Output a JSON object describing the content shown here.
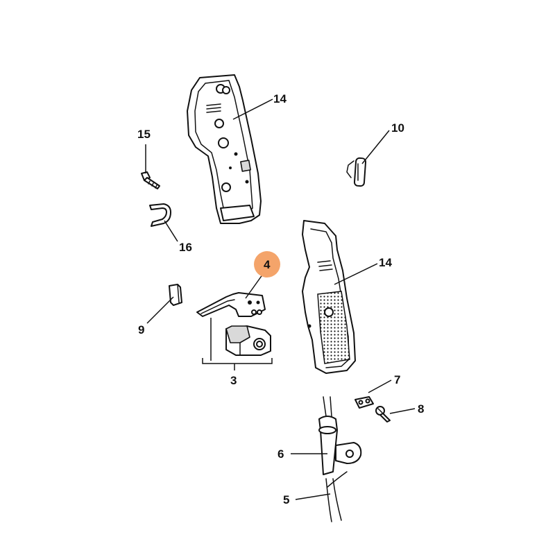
{
  "highlight_color": "#f4a46a",
  "callouts": {
    "c3": "3",
    "c4": "4",
    "c5": "5",
    "c6": "6",
    "c7": "7",
    "c8": "8",
    "c9": "9",
    "c10": "10",
    "c14_top": "14",
    "c14_mid": "14",
    "c15": "15",
    "c16": "16"
  },
  "highlighted_callout": "4"
}
